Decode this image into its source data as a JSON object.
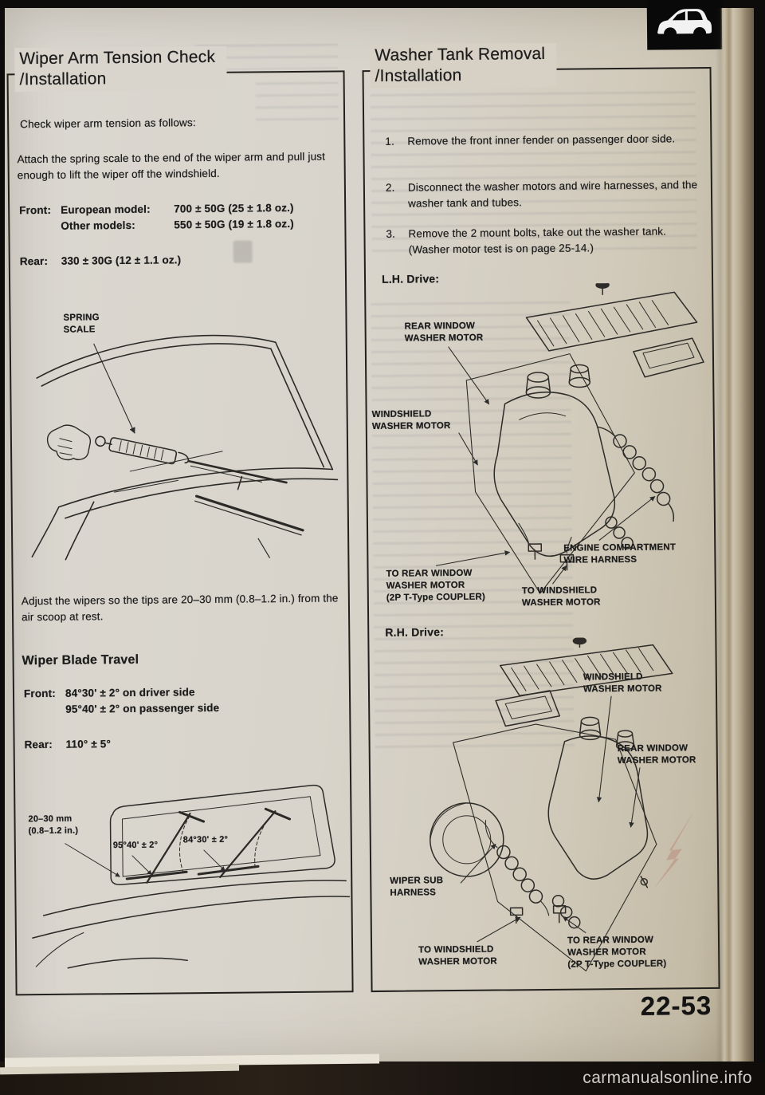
{
  "page": {
    "number": "22-53",
    "watermark": "carmanualsonline.info",
    "paper_color": "#d8d4cb",
    "ink_color": "#1c1c1c"
  },
  "wiper_section": {
    "title": "Wiper Arm Tension Check\n/Installation",
    "intro": "Check wiper arm tension as follows:",
    "attach_note": "Attach the spring scale to the end of the wiper arm and pull just enough to lift the wiper off the windshield.",
    "front_label": "Front:",
    "front_rows": [
      {
        "name": "European model:",
        "value": "700 ± 50G (25 ± 1.8 oz.)"
      },
      {
        "name": "Other models:",
        "value": "550 ± 50G (19 ± 1.8 oz.)"
      }
    ],
    "rear_label": "Rear:",
    "rear_value": "330 ± 30G (12 ± 1.1 oz.)",
    "spring_scale_label": "SPRING\nSCALE",
    "adjust_note": "Adjust the wipers so the tips are 20–30 mm (0.8–1.2 in.) from the air scoop at rest.",
    "blade_travel": {
      "title": "Wiper Blade Travel",
      "front_label": "Front:",
      "front_driver": "84°30' ± 2° on driver side",
      "front_passenger": "95°40' ± 2° on passenger side",
      "rear_label": "Rear:",
      "rear_value": "110° ± 5°",
      "diagram_labels": {
        "gap": "20–30 mm\n(0.8–1.2 in.)",
        "passenger_angle": "95°40' ± 2°",
        "driver_angle": "84°30' ± 2°"
      }
    }
  },
  "washer_section": {
    "title": "Washer Tank Removal\n/Installation",
    "steps": [
      {
        "num": "1.",
        "text": "Remove the front inner fender on passenger door side."
      },
      {
        "num": "2.",
        "text": "Disconnect the washer motors and wire harnesses, and the washer tank and tubes."
      },
      {
        "num": "3.",
        "text": "Remove the 2 mount bolts, take out the washer tank. (Washer motor test is on page 25-14.)"
      }
    ],
    "lh_drive_label": "L.H. Drive:",
    "rh_drive_label": "R.H. Drive:",
    "lh_labels": {
      "rear_window_motor": "REAR WINDOW\nWASHER MOTOR",
      "windshield_motor": "WINDSHIELD\nWASHER MOTOR",
      "engine_harness": "ENGINE COMPARTMENT\nWIRE HARNESS",
      "to_rear_window": "TO REAR WINDOW\nWASHER MOTOR\n(2P T-Type COUPLER)",
      "to_windshield": "TO WINDSHIELD\nWASHER MOTOR"
    },
    "rh_labels": {
      "windshield_motor": "WINDSHIELD\nWASHER MOTOR",
      "rear_window_motor": "REAR WINDOW\nWASHER MOTOR",
      "wiper_sub_harness": "WIPER SUB\nHARNESS",
      "to_windshield": "TO WINDSHIELD\nWASHER MOTOR",
      "to_rear_window": "TO REAR WINDOW\nWASHER MOTOR\n(2P T-Type COUPLER)"
    }
  }
}
